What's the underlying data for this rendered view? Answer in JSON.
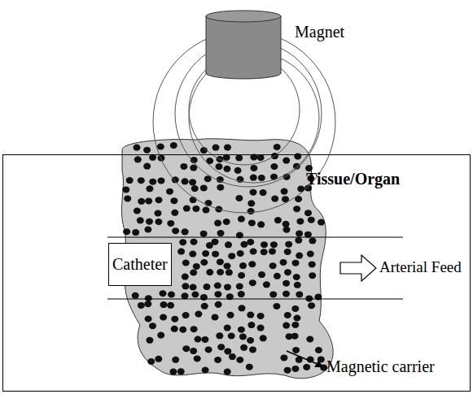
{
  "diagram": {
    "nodes": [
      {
        "text": [
          "Tissue/Organ"
        ]
      },
      {
        "text": [
          "Catheter"
        ],
        "in": 0
      }
    ],
    "labels": [
      "Magnet",
      "Arterial Feed",
      "Magnetic carrier"
    ]
  }
}
